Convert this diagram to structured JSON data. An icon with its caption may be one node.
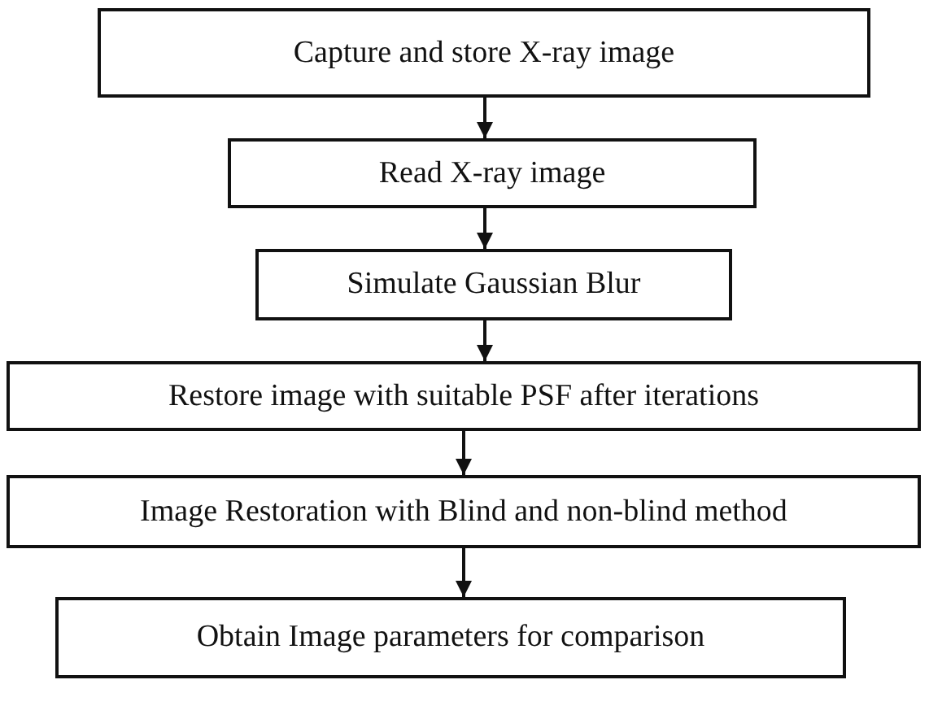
{
  "diagram": {
    "nodes": [
      {
        "text": [
          "Capture and store X-ray image"
        ]
      },
      {
        "text": [
          "Read X-ray image"
        ]
      },
      {
        "text": [
          "Simulate Gaussian Blur"
        ]
      },
      {
        "text": [
          "Restore image with suitable PSF after iterations"
        ]
      },
      {
        "text": [
          "Image Restoration with Blind and non-blind method"
        ]
      },
      {
        "text": [
          "Obtain Image parameters for comparison"
        ]
      }
    ],
    "edges": [
      {
        "from": 0,
        "to": 1,
        "arrow": "to"
      },
      {
        "from": 1,
        "to": 2,
        "arrow": "to"
      },
      {
        "from": 2,
        "to": 3,
        "arrow": "to"
      },
      {
        "from": 3,
        "to": 4,
        "arrow": "to"
      },
      {
        "from": 4,
        "to": 5,
        "arrow": "to"
      }
    ]
  }
}
